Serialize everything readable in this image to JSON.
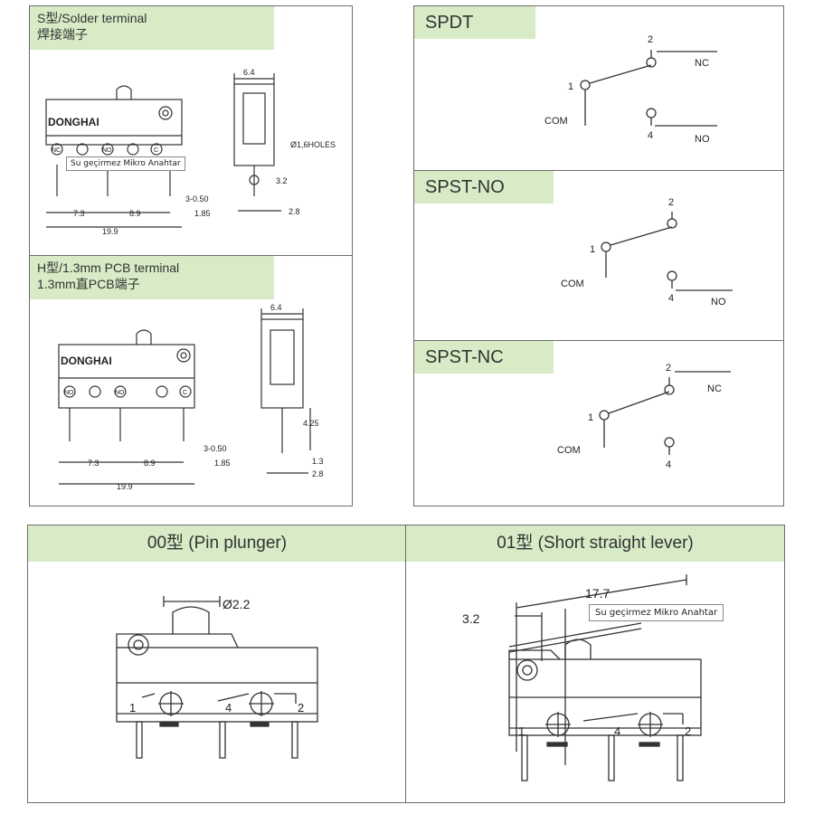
{
  "tooltip_text": "Su geçirmez Mikro Anahtar",
  "s_type": {
    "title_en": "S型/Solder terminal",
    "title_cn": "焊接端子",
    "brand": "DONGHAI",
    "terminals": [
      "NC",
      "NO",
      "C"
    ],
    "dims": {
      "w": "6.4",
      "holes": "Ø1,6HOLES",
      "h1": "3.2",
      "t": "2.8",
      "a": "7.3",
      "b": "8.9",
      "c": "3-0.50",
      "d": "1.85",
      "total": "19.9"
    }
  },
  "h_type": {
    "title_en": "H型/1.3mm PCB terminal",
    "title_cn": "1.3mm直PCB端子",
    "brand": "DONGHAI",
    "terminals": [
      "NO",
      "NO",
      "C"
    ],
    "dims": {
      "w": "6.4",
      "h1": "4.25",
      "h2": "1.3",
      "t": "2.8",
      "a": "7.3",
      "b": "8.9",
      "c": "3-0.50",
      "d": "1.85",
      "total": "19.9"
    }
  },
  "spdt": {
    "title": "SPDT",
    "n1": "1",
    "n2": "2",
    "n4": "4",
    "com": "COM",
    "nc": "NC",
    "no": "NO"
  },
  "spst_no": {
    "title": "SPST-NO",
    "n1": "1",
    "n2": "2",
    "n4": "4",
    "com": "COM",
    "no": "NO"
  },
  "spst_nc": {
    "title": "SPST-NC",
    "n1": "1",
    "n2": "2",
    "n4": "4",
    "com": "COM",
    "nc": "NC"
  },
  "pin_plunger": {
    "title": "00型 (Pin plunger)",
    "dia": "Ø2.2",
    "p1": "1",
    "p4": "4",
    "p2": "2"
  },
  "short_lever": {
    "title": "01型 (Short straight lever)",
    "len": "17.7",
    "off": "3.2",
    "p1": "1",
    "p4": "4",
    "p2": "2"
  }
}
